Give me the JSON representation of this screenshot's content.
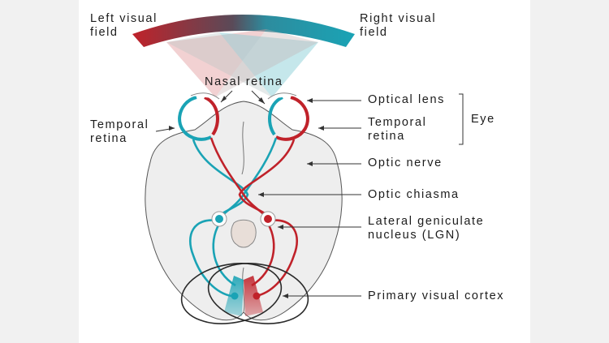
{
  "labels": {
    "left_visual_field": [
      "Left visual",
      "field"
    ],
    "right_visual_field": [
      "Right visual",
      "field"
    ],
    "nasal_retina": "Nasal retina",
    "temporal_retina_left": [
      "Temporal",
      "retina"
    ],
    "optical_lens": "Optical lens",
    "temporal_retina_right": [
      "Temporal",
      "retina"
    ],
    "eye": "Eye",
    "optic_nerve": "Optic nerve",
    "optic_chiasma": "Optic chiasma",
    "lgn": [
      "Lateral geniculate",
      "nucleus (LGN)"
    ],
    "primary_visual_cortex": "Primary visual cortex"
  },
  "colors": {
    "left_field": "#c0222a",
    "right_field": "#1aa3b5",
    "brain_fill": "#eeeeee",
    "outline": "#2a2a2a"
  }
}
